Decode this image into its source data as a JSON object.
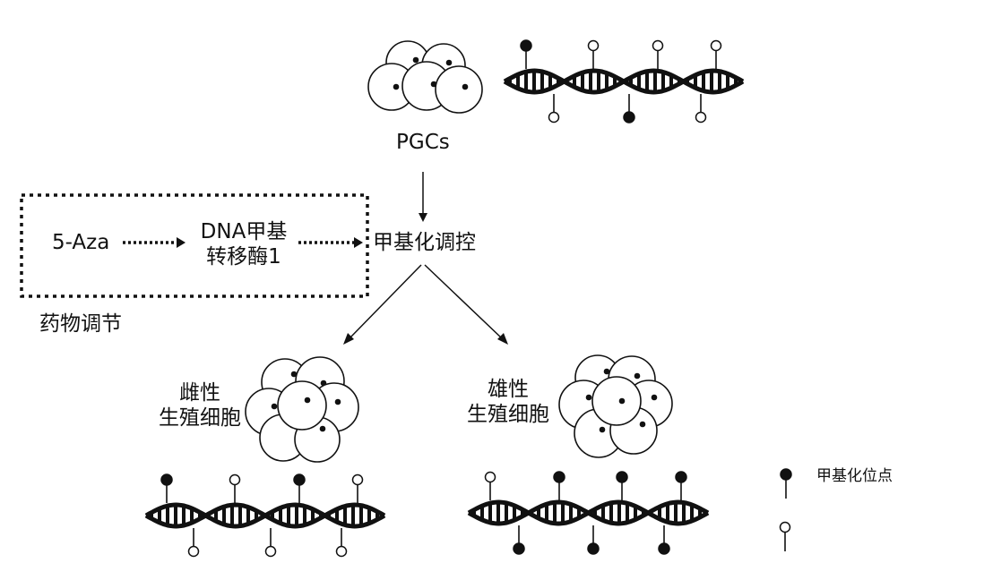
{
  "labels": {
    "pgcs": "PGCs",
    "aza": "5-Aza",
    "dnmt_line1": "DNA甲基",
    "dnmt_line2": "转移酶1",
    "methylation_regulation": "甲基化调控",
    "drug_regulation": "药物调节",
    "female_line1": "雌性",
    "female_line2": "生殖细胞",
    "male_line1": "雄性",
    "male_line2": "生殖细胞",
    "legend_methylated": "甲基化位点"
  },
  "colors": {
    "ink": "#111111",
    "cell_fill": "#ffffff"
  }
}
